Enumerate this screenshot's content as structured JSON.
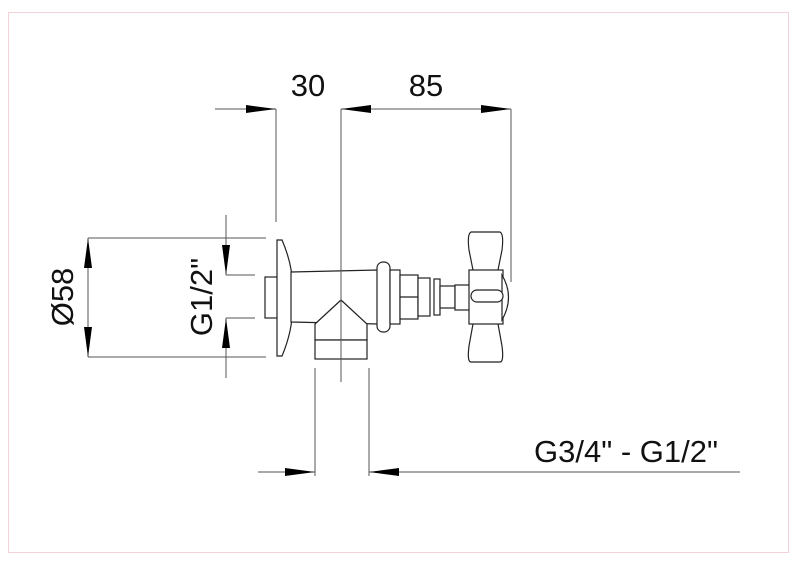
{
  "drawing": {
    "dimensions": {
      "wall_offset": "30",
      "handle_length": "85",
      "flange_diameter": "Ø58",
      "inlet_thread": "G1/2\"",
      "outlet_thread": "G3/4\" - G1/2\""
    },
    "colors": {
      "border": "#f2d4d8",
      "line": "#222222"
    }
  }
}
